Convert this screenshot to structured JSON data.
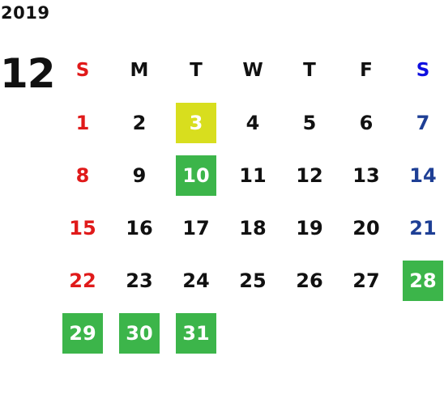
{
  "year": "2019",
  "month": "12",
  "colors": {
    "sunday": "#e01a1a",
    "saturday": "#1e3f95",
    "saturday_header": "#1010e0",
    "highlight_green": "#3cb54a",
    "highlight_yellow": "#d8de1e"
  },
  "weekdays": [
    "S",
    "M",
    "T",
    "W",
    "T",
    "F",
    "S"
  ],
  "weeks": [
    [
      {
        "day": "1",
        "highlight": ""
      },
      {
        "day": "2",
        "highlight": ""
      },
      {
        "day": "3",
        "highlight": "yellow"
      },
      {
        "day": "4",
        "highlight": ""
      },
      {
        "day": "5",
        "highlight": ""
      },
      {
        "day": "6",
        "highlight": ""
      },
      {
        "day": "7",
        "highlight": ""
      }
    ],
    [
      {
        "day": "8",
        "highlight": ""
      },
      {
        "day": "9",
        "highlight": ""
      },
      {
        "day": "10",
        "highlight": "green"
      },
      {
        "day": "11",
        "highlight": ""
      },
      {
        "day": "12",
        "highlight": ""
      },
      {
        "day": "13",
        "highlight": ""
      },
      {
        "day": "14",
        "highlight": ""
      }
    ],
    [
      {
        "day": "15",
        "highlight": ""
      },
      {
        "day": "16",
        "highlight": ""
      },
      {
        "day": "17",
        "highlight": ""
      },
      {
        "day": "18",
        "highlight": ""
      },
      {
        "day": "19",
        "highlight": ""
      },
      {
        "day": "20",
        "highlight": ""
      },
      {
        "day": "21",
        "highlight": ""
      }
    ],
    [
      {
        "day": "22",
        "highlight": ""
      },
      {
        "day": "23",
        "highlight": ""
      },
      {
        "day": "24",
        "highlight": ""
      },
      {
        "day": "25",
        "highlight": ""
      },
      {
        "day": "26",
        "highlight": ""
      },
      {
        "day": "27",
        "highlight": ""
      },
      {
        "day": "28",
        "highlight": "green"
      }
    ],
    [
      {
        "day": "29",
        "highlight": "green"
      },
      {
        "day": "30",
        "highlight": "green"
      },
      {
        "day": "31",
        "highlight": "green"
      },
      {
        "day": "",
        "highlight": ""
      },
      {
        "day": "",
        "highlight": ""
      },
      {
        "day": "",
        "highlight": ""
      },
      {
        "day": "",
        "highlight": ""
      }
    ]
  ]
}
